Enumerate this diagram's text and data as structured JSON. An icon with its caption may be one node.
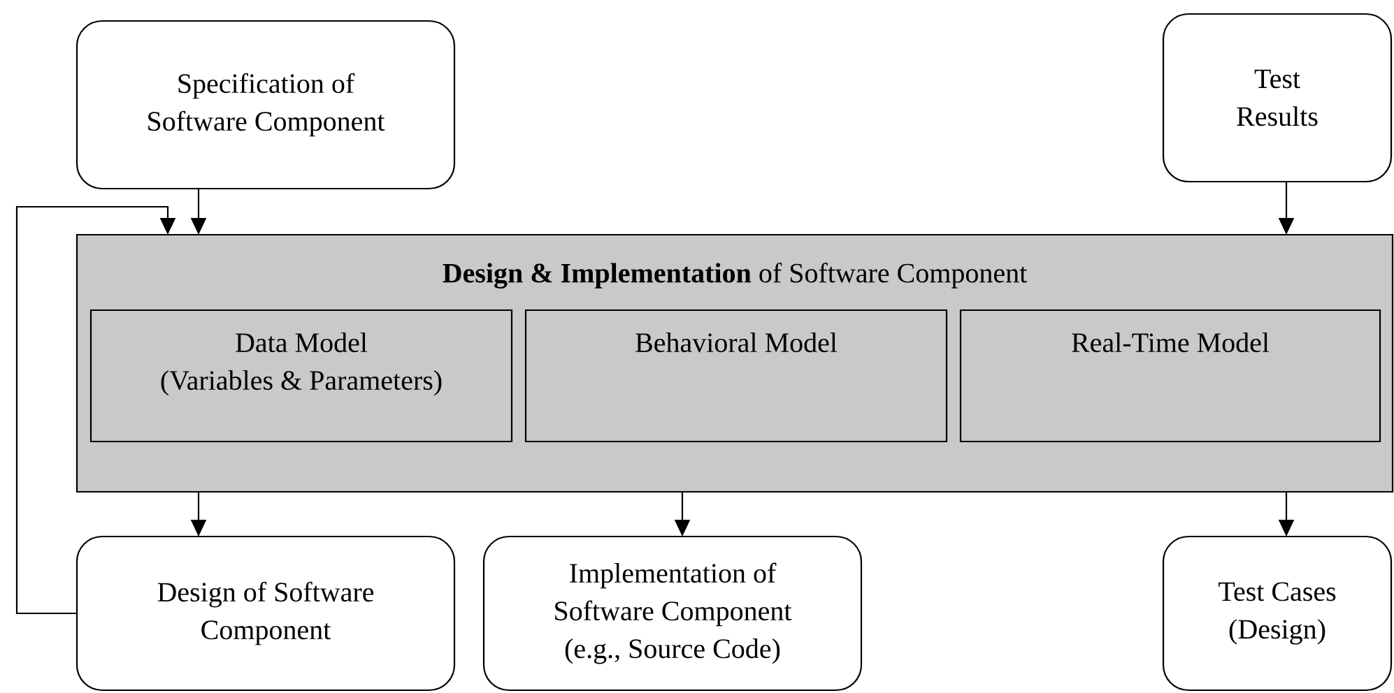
{
  "diagram": {
    "nodes": [
      {
        "text": [
          "Specification of Software Component"
        ]
      },
      {
        "text": [
          "Test Results"
        ]
      },
      {
        "text": [
          "**Design & Implementation** of Software Component"
        ]
      },
      {
        "text": [
          "Data Model",
          "(Variables & Parameters)"
        ],
        "in": 2
      },
      {
        "text": [
          "Behavioral Model"
        ],
        "in": 2
      },
      {
        "text": [
          "Real-Time Model"
        ],
        "in": 2
      },
      {
        "text": [
          "Design of Software Component"
        ]
      },
      {
        "text": [
          "Implementation of Software Component (e.g., Source Code)"
        ]
      },
      {
        "text": [
          "Test Cases (Design)"
        ]
      }
    ],
    "edges": [
      {
        "from": 0,
        "to": 2,
        "arrow": "to"
      },
      {
        "from": 6,
        "to": 2,
        "arrow": "to"
      },
      {
        "from": 1,
        "to": 2,
        "arrow": "to"
      },
      {
        "from": 2,
        "to": 6,
        "arrow": "to"
      },
      {
        "from": 2,
        "to": 7,
        "arrow": "to"
      },
      {
        "from": 2,
        "to": 8,
        "arrow": "to"
      }
    ]
  }
}
